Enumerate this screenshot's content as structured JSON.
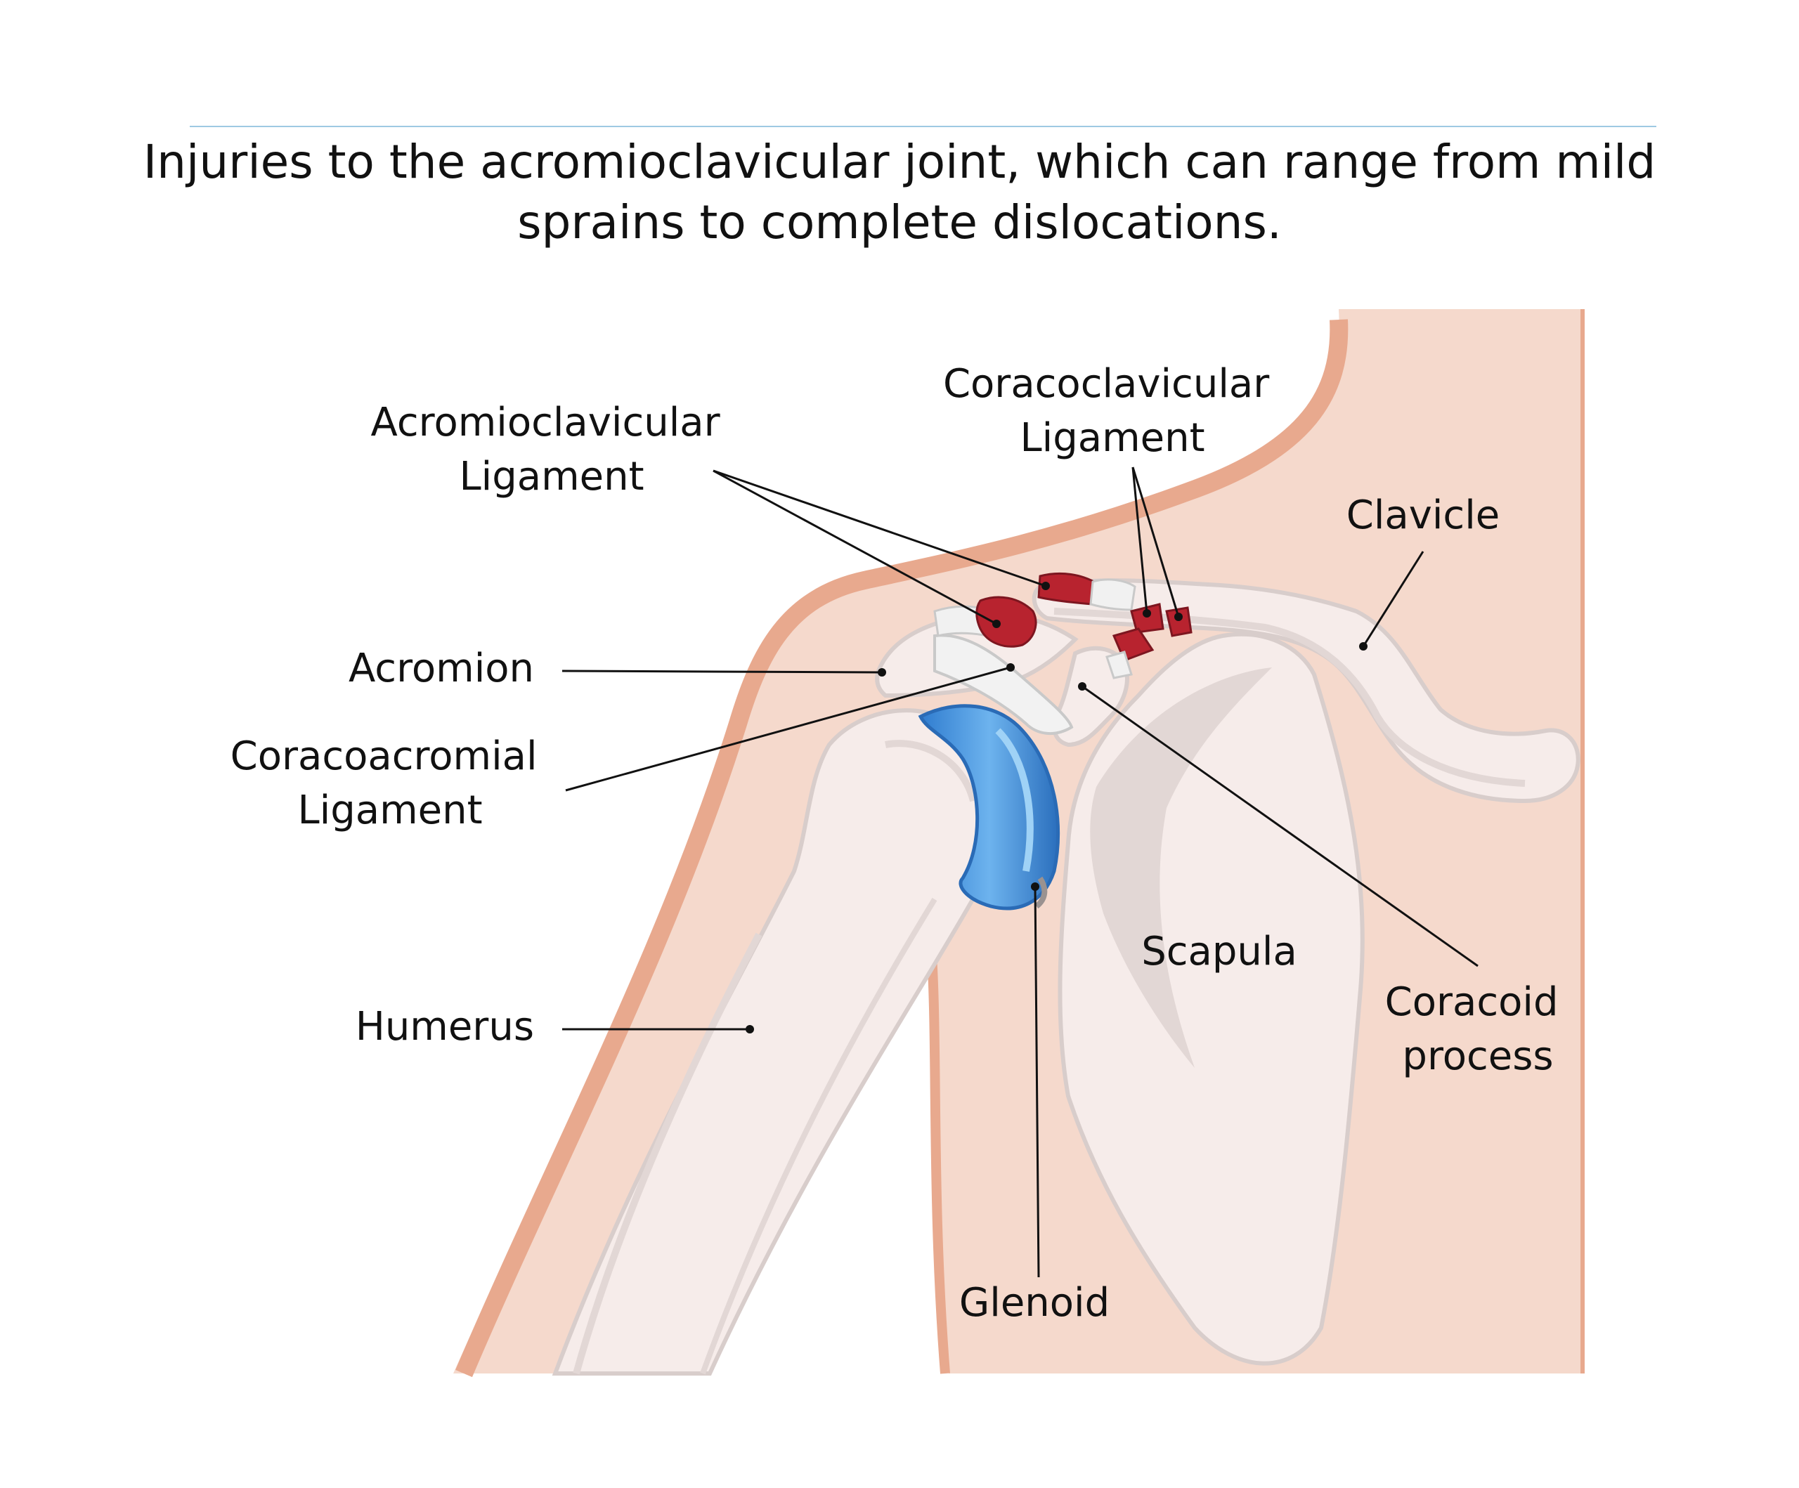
{
  "title": {
    "line1": "Injuries to the acromioclavicular joint, which can range from mild",
    "line2": "sprains to complete dislocations."
  },
  "labels": {
    "acromioclavicular_ligament": [
      "Acromioclavicular",
      "Ligament"
    ],
    "coracoclavicular_ligament": [
      "Coracoclavicular",
      "Ligament"
    ],
    "clavicle": "Clavicle",
    "acromion": "Acromion",
    "coracoacromial_ligament": [
      "Coracoacromial",
      "Ligament"
    ],
    "humerus": "Humerus",
    "scapula": "Scapula",
    "coracoid_process": [
      "Coracoid",
      "process"
    ],
    "glenoid": "Glenoid"
  },
  "colors": {
    "rule": "#9ec9e3",
    "skin": "#f5d9cc",
    "skin_edge": "#e8a98e",
    "bone": "#f6ecea",
    "bone_outline": "#d8cdcb",
    "bone_shadow": "#e2d7d5",
    "cartilage": "#3a86d6",
    "cartilage_light": "#6db3ee",
    "ligament_red": "#b8232f",
    "ligament_white": "#f1f1f1"
  }
}
